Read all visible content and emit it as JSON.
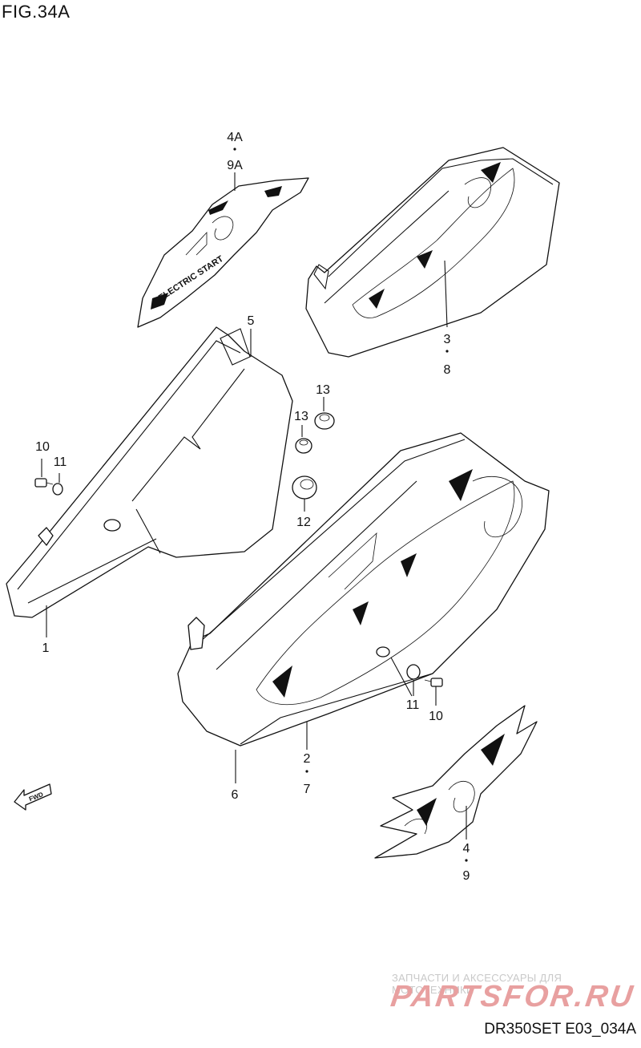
{
  "figure": {
    "title": "FIG.34A",
    "code": "DR350SET E03_034A"
  },
  "watermark": {
    "caption": "ЗАПЧАСТИ И АКСЕССУАРЫ ДЛЯ МОТОТЕХНИКИ",
    "logo": "PARTSFOR.RU",
    "color": "#e8a0a0"
  },
  "fwd_label": "FWD",
  "decal_text": {
    "small_decal": "ELECTRIC START"
  },
  "callouts": [
    {
      "id": "c-4a",
      "text": "4A"
    },
    {
      "id": "c-9a",
      "text": "9A"
    },
    {
      "id": "c-5",
      "text": "5"
    },
    {
      "id": "c-3",
      "text": "3"
    },
    {
      "id": "c-8",
      "text": "8"
    },
    {
      "id": "c-13a",
      "text": "13"
    },
    {
      "id": "c-13b",
      "text": "13"
    },
    {
      "id": "c-10a",
      "text": "10"
    },
    {
      "id": "c-11a",
      "text": "11"
    },
    {
      "id": "c-12",
      "text": "12"
    },
    {
      "id": "c-1",
      "text": "1"
    },
    {
      "id": "c-11b",
      "text": "11"
    },
    {
      "id": "c-10b",
      "text": "10"
    },
    {
      "id": "c-2",
      "text": "2"
    },
    {
      "id": "c-7",
      "text": "7"
    },
    {
      "id": "c-6",
      "text": "6"
    },
    {
      "id": "c-4",
      "text": "4"
    },
    {
      "id": "c-9",
      "text": "9"
    }
  ]
}
